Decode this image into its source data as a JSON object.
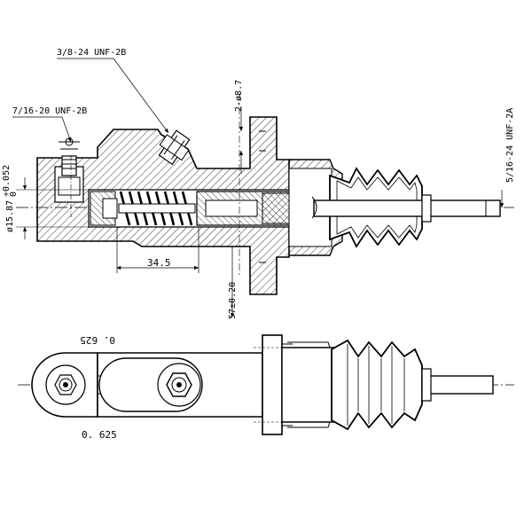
{
  "labels": {
    "thread_top": "3/8-24 UNF-2B",
    "thread_left": "7/16-20 UNF-2B",
    "holes": "2-ø8.7",
    "thread_rod": "5/16-24 UNF-2A",
    "bore_dia": "ø15.87",
    "bore_tol_upper": "+0.052",
    "bore_tol_lower": "0",
    "length_345": "34.5",
    "length_57": "57±0.20",
    "flange_top": "0. 625",
    "flange_bottom": "0. 625"
  },
  "colors": {
    "line": "#000000",
    "hatch": "#000000",
    "background": "#ffffff",
    "rubber": "#2a2a2a"
  }
}
